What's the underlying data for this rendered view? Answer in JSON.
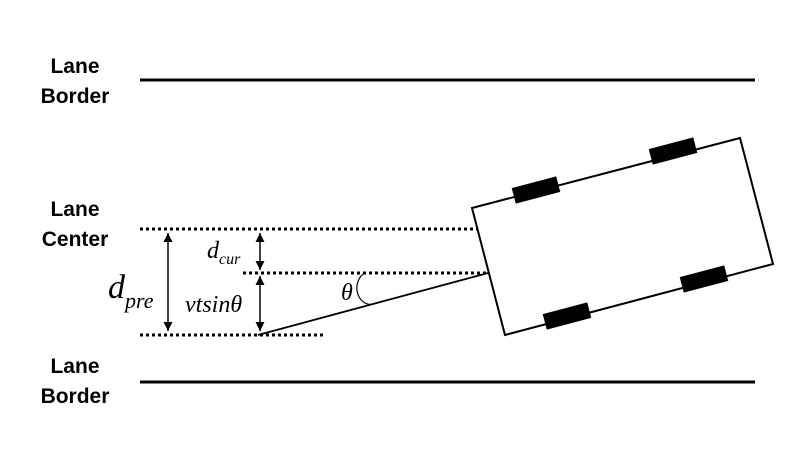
{
  "labels": {
    "top_border": [
      "Lane",
      "Border"
    ],
    "center": [
      "Lane",
      "Center"
    ],
    "bottom_border": [
      "Lane",
      "Border"
    ]
  },
  "symbols": {
    "d_pre_main": "d",
    "d_pre_sub": "pre",
    "d_cur_main": "d",
    "d_cur_sub": "cur",
    "vt_sin_theta": "vtsinθ",
    "theta": "θ"
  },
  "colors": {
    "ink": "#000000",
    "background": "#ffffff"
  }
}
